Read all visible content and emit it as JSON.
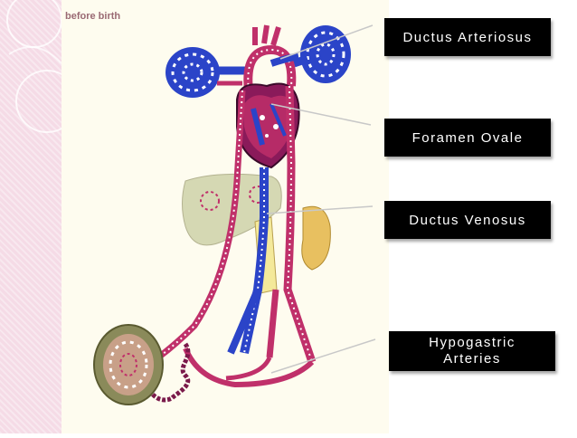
{
  "caption": "before birth",
  "labels": {
    "ductus_arteriosus": "Ductus Arteriosus",
    "foramen_ovale": "Foramen Ovale",
    "ductus_venosus": "Ductus Venosus",
    "hypogastric_arteries": "Hypogastric\nArteries"
  },
  "colors": {
    "sidebar": "#f5dbe6",
    "panel": "#fefcef",
    "vein_blue": "#2b44c8",
    "artery_red": "#c0306a",
    "label_bg": "#000000",
    "label_text": "#ffffff"
  }
}
